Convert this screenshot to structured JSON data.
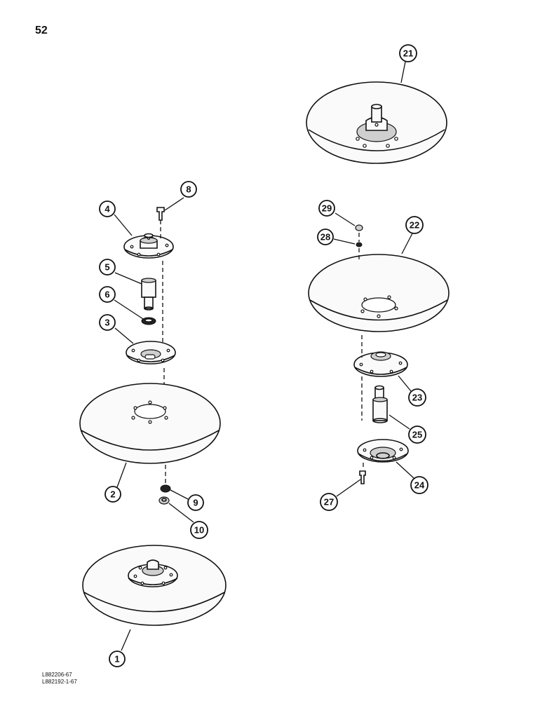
{
  "page": {
    "number": "52"
  },
  "callouts": {
    "c1": "1",
    "c2": "2",
    "c3": "3",
    "c4": "4",
    "c5": "5",
    "c6": "6",
    "c8": "8",
    "c9": "9",
    "c10": "10",
    "c21": "21",
    "c22": "22",
    "c23": "23",
    "c24": "24",
    "c25": "25",
    "c27": "27",
    "c28": "28",
    "c29": "29"
  },
  "footer": {
    "code_1": "L882206-67",
    "code_2": "L882192-1-67"
  }
}
